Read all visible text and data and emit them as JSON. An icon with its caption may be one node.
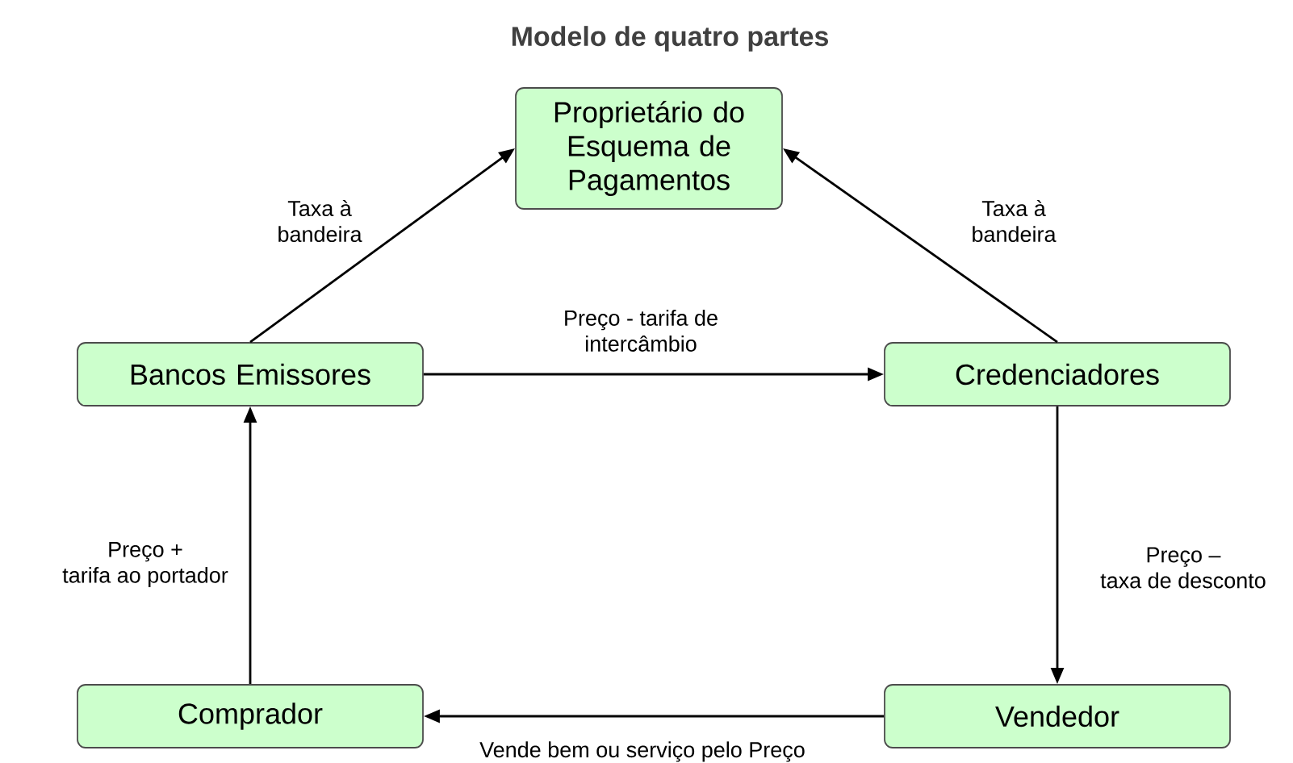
{
  "diagram": {
    "title": "Modelo de quatro partes",
    "nodes": [
      {
        "text": [
          "Proprietário do Esquema de Pagamentos"
        ]
      },
      {
        "text": [
          "Bancos Emissores"
        ]
      },
      {
        "text": [
          "Credenciadores"
        ]
      },
      {
        "text": [
          "Comprador"
        ]
      },
      {
        "text": [
          "Vendedor"
        ]
      }
    ],
    "edges": [
      {
        "from": 1,
        "to": 0,
        "arrow": "to",
        "label": "Taxa à bandeira"
      },
      {
        "from": 2,
        "to": 0,
        "arrow": "to",
        "label": "Taxa à bandeira"
      },
      {
        "from": 1,
        "to": 2,
        "arrow": "to",
        "label": "Preço - tarifa de intercâmbio"
      },
      {
        "from": 2,
        "to": 4,
        "arrow": "to",
        "label": "Preço – taxa de desconto"
      },
      {
        "from": 4,
        "to": 3,
        "arrow": "to",
        "label": "Vende bem ou serviço pelo Preço"
      },
      {
        "from": 3,
        "to": 1,
        "arrow": "to",
        "label": "Preço + tarifa ao portador"
      }
    ]
  }
}
